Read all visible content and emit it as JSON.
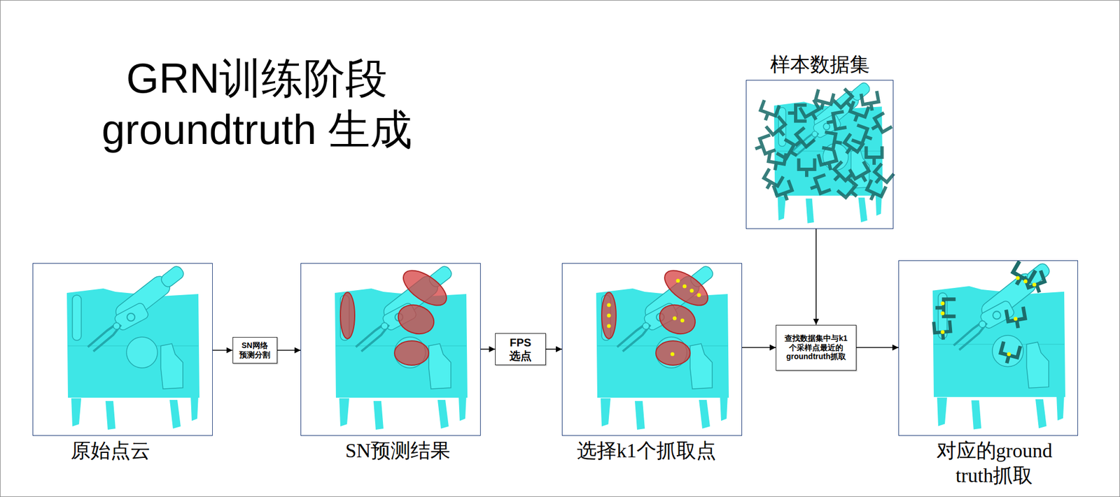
{
  "diagram": {
    "title": "GRN训练阶段 groundtruth 生成",
    "nodes": [
      {
        "text": [
          "原始点云"
        ]
      },
      {
        "text": [
          "SN网络 预测分割"
        ]
      },
      {
        "text": [
          "SN预测结果"
        ]
      },
      {
        "text": [
          "FPS 选点"
        ]
      },
      {
        "text": [
          "选择k1个抓取点"
        ]
      },
      {
        "text": [
          "样本数据集"
        ]
      },
      {
        "text": [
          "查找数据集中与k1 个采样点最近的 groundtruth抓取"
        ]
      },
      {
        "text": [
          "对应的ground truth抓取"
        ]
      }
    ],
    "edges": [
      {
        "from": 0,
        "to": 1,
        "arrow": "to"
      },
      {
        "from": 1,
        "to": 2,
        "arrow": "to"
      },
      {
        "from": 2,
        "to": 3,
        "arrow": "to"
      },
      {
        "from": 3,
        "to": 4,
        "arrow": "to"
      },
      {
        "from": 4,
        "to": 6,
        "arrow": "to"
      },
      {
        "from": 5,
        "to": 6,
        "arrow": "to"
      },
      {
        "from": 6,
        "to": 7,
        "arrow": "to"
      }
    ]
  }
}
